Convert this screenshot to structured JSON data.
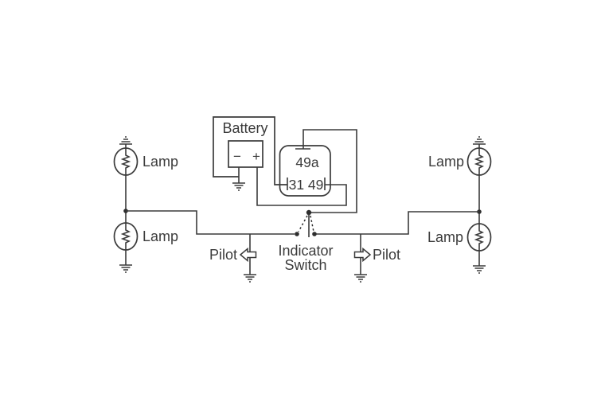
{
  "diagram": {
    "colors": {
      "line": "#3b3b3b",
      "text": "#3b3b3b",
      "background": "#ffffff"
    },
    "battery": {
      "label": "Battery",
      "minus": "−",
      "plus": "+"
    },
    "relay": {
      "top_terminal": "49a",
      "bottom_terminals": "31 49"
    },
    "lamps": {
      "top_left": "Lamp",
      "bottom_left": "Lamp",
      "top_right": "Lamp",
      "bottom_right": "Lamp"
    },
    "pilots": {
      "left": "Pilot",
      "right": "Pilot"
    },
    "switch": {
      "line1": "Indicator",
      "line2": "Switch"
    }
  }
}
